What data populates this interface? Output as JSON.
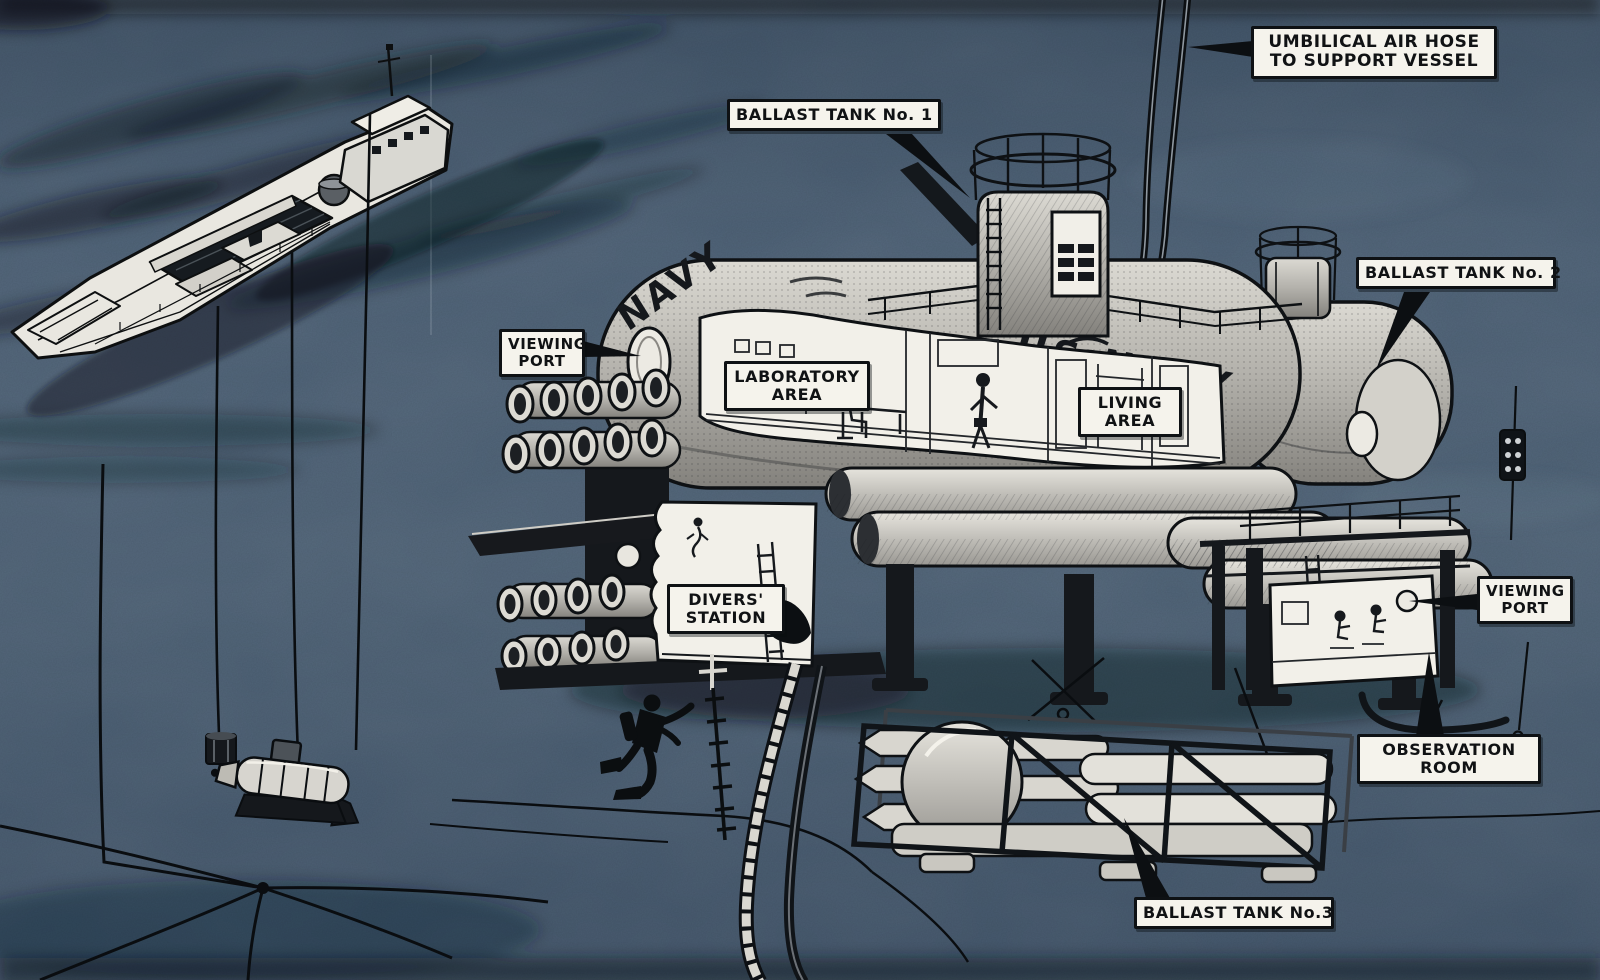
{
  "palette": {
    "water": "#4c6075",
    "water_dark": "#23333f",
    "ink": "#0e1114",
    "paper": "#f5f3ec",
    "metal_light": "#d8d6cf",
    "metal_dark": "#7d7b76"
  },
  "hull_markings": {
    "bow": "NAVY",
    "midship": "US NAVY"
  },
  "callouts": {
    "umbilical_air_hose": {
      "lines": [
        "UMBILICAL AIR HOSE",
        "TO SUPPORT VESSEL"
      ]
    },
    "ballast_tank_1": {
      "lines": [
        "BALLAST TANK No. 1"
      ]
    },
    "ballast_tank_2": {
      "lines": [
        "BALLAST TANK No. 2"
      ]
    },
    "viewing_port_left": {
      "lines": [
        "VIEWING",
        "PORT"
      ]
    },
    "laboratory_area": {
      "lines": [
        "LABORATORY",
        "AREA"
      ]
    },
    "living_area": {
      "lines": [
        "LIVING",
        "AREA"
      ]
    },
    "divers_station": {
      "lines": [
        "DIVERS'",
        "STATION"
      ]
    },
    "viewing_port_right": {
      "lines": [
        "VIEWING",
        "PORT"
      ]
    },
    "observation_room": {
      "lines": [
        "OBSERVATION",
        "ROOM"
      ]
    },
    "ballast_tank_3": {
      "lines": [
        "BALLAST TANK No.3"
      ]
    }
  }
}
